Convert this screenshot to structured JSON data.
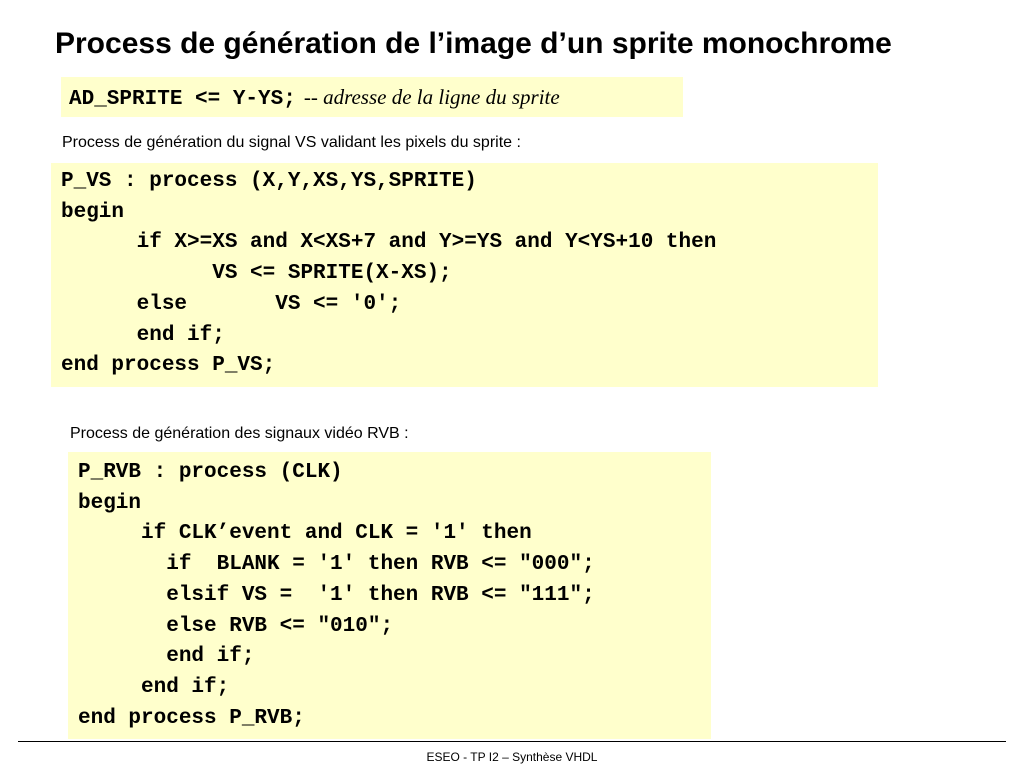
{
  "slide": {
    "title": "Process de génération de l’image d’un sprite monochrome"
  },
  "address_box": {
    "code": "AD_SPRITE <= Y-YS;",
    "comment": "-- adresse de la ligne du sprite"
  },
  "vs_section": {
    "caption": "Process de génération du signal VS validant les pixels du sprite :",
    "lines": [
      "P_VS : process (X,Y,XS,YS,SPRITE)",
      "begin",
      "      if X>=XS and X<XS+7 and Y>=YS and Y<YS+10 then",
      "            VS <= SPRITE(X-XS);",
      "      else       VS <= '0';",
      "      end if;",
      "end process P_VS;"
    ]
  },
  "rvb_section": {
    "caption": "Process de génération des signaux vidéo RVB :",
    "lines": [
      "P_RVB : process (CLK)",
      "begin",
      "     if CLK’event and CLK = '1' then",
      "       if  BLANK = '1' then RVB <= \"000\";",
      "       elsif VS =  '1' then RVB <= \"111\";",
      "       else RVB <= \"010\";",
      "       end if;",
      "     end if;",
      "end process P_RVB;"
    ]
  },
  "footer": {
    "text": "ESEO - TP I2 – Synthèse VHDL"
  },
  "colors": {
    "code_background": "#FFFFCC",
    "text": "#000000"
  }
}
